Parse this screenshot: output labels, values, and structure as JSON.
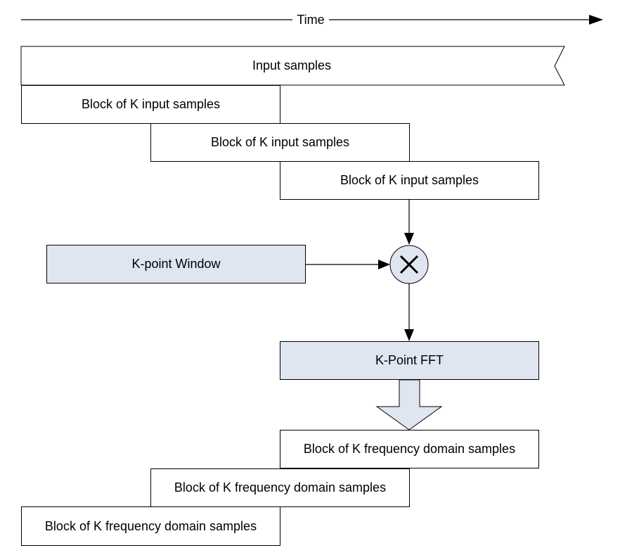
{
  "diagram": {
    "time_axis": {
      "label": "Time"
    },
    "input_stream": {
      "label": "Input samples"
    },
    "input_blocks": [
      {
        "label": "Block of K input samples"
      },
      {
        "label": "Block of K input samples"
      },
      {
        "label": "Block of K input samples"
      }
    ],
    "window": {
      "label": "K-point Window"
    },
    "multiplier": {
      "symbol": "×"
    },
    "fft": {
      "label": "K-Point FFT"
    },
    "output_blocks": [
      {
        "label": "Block of K frequency domain samples"
      },
      {
        "label": "Block of K frequency domain samples"
      },
      {
        "label": "Block of K frequency domain samples"
      }
    ],
    "colors": {
      "line": "#000000",
      "shaded_fill": "#dfe6f1",
      "box_fill": "#ffffff"
    }
  }
}
